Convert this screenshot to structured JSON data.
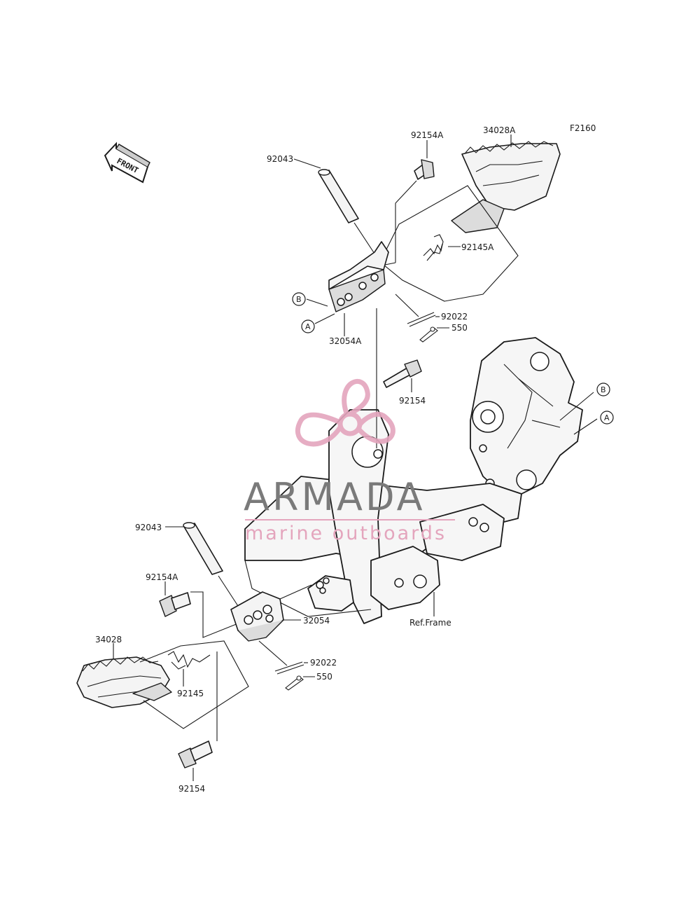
{
  "figure_code": "F2160",
  "front_arrow": "FRONT",
  "refs": {
    "a": "A",
    "b": "B"
  },
  "frame_label": "Ref.Frame",
  "watermark": {
    "brand": "ARMADA",
    "tagline": "marine outboards"
  },
  "parts": {
    "upper": {
      "pin": "92043",
      "bolt_a": "92154A",
      "footpeg": "34028A",
      "spring": "92145A",
      "bracket": "32054A",
      "cotter": "92022",
      "washer": "550",
      "bolt": "92154"
    },
    "lower": {
      "pin": "92043",
      "bolt_a": "92154A",
      "footpeg": "34028",
      "bracket": "32054",
      "cotter": "92022",
      "washer": "550",
      "spring": "92145",
      "bolt": "92154"
    }
  }
}
